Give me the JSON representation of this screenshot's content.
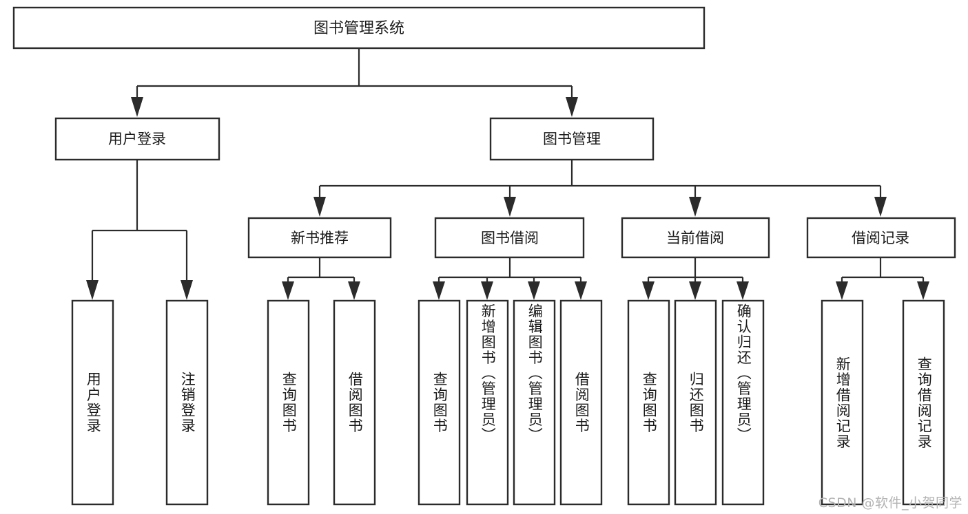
{
  "diagram": {
    "type": "tree-hierarchy",
    "orientation": "top-down",
    "root": {
      "id": "root",
      "label": "图书管理系统"
    },
    "level2": [
      {
        "id": "user-login",
        "label": "用户登录"
      },
      {
        "id": "book-management",
        "label": "图书管理"
      }
    ],
    "level3": [
      {
        "id": "new-book-recommend",
        "label": "新书推荐",
        "parent": "book-management"
      },
      {
        "id": "book-borrow",
        "label": "图书借阅",
        "parent": "book-management"
      },
      {
        "id": "current-borrow",
        "label": "当前借阅",
        "parent": "book-management"
      },
      {
        "id": "borrow-record",
        "label": "借阅记录",
        "parent": "book-management"
      }
    ],
    "leaves": [
      {
        "id": "leaf-user-login",
        "label": "用户登录",
        "parent": "user-login"
      },
      {
        "id": "leaf-logout",
        "label": "注销登录",
        "parent": "user-login"
      },
      {
        "id": "leaf-query-book-1",
        "label": "查询图书",
        "parent": "new-book-recommend"
      },
      {
        "id": "leaf-borrow-book-1",
        "label": "借阅图书",
        "parent": "new-book-recommend"
      },
      {
        "id": "leaf-query-book-2",
        "label": "查询图书",
        "parent": "book-borrow"
      },
      {
        "id": "leaf-add-book",
        "label": "新增图书（管理员）",
        "parent": "book-borrow"
      },
      {
        "id": "leaf-edit-book",
        "label": "编辑图书（管理员）",
        "parent": "book-borrow"
      },
      {
        "id": "leaf-borrow-book-2",
        "label": "借阅图书",
        "parent": "book-borrow"
      },
      {
        "id": "leaf-query-book-3",
        "label": "查询图书",
        "parent": "current-borrow"
      },
      {
        "id": "leaf-return-book",
        "label": "归还图书",
        "parent": "current-borrow"
      },
      {
        "id": "leaf-confirm-return",
        "label": "确认归还（管理员）",
        "parent": "current-borrow"
      },
      {
        "id": "leaf-add-record",
        "label": "新增借阅记录",
        "parent": "borrow-record"
      },
      {
        "id": "leaf-query-record",
        "label": "查询借阅记录",
        "parent": "borrow-record"
      }
    ]
  },
  "watermark": {
    "text": "CSDN @软件_小贺同学"
  },
  "colors": {
    "stroke": "#2b2b2b",
    "fill": "#ffffff",
    "text": "#1a1a1a",
    "watermark": "#b3b3b3"
  }
}
